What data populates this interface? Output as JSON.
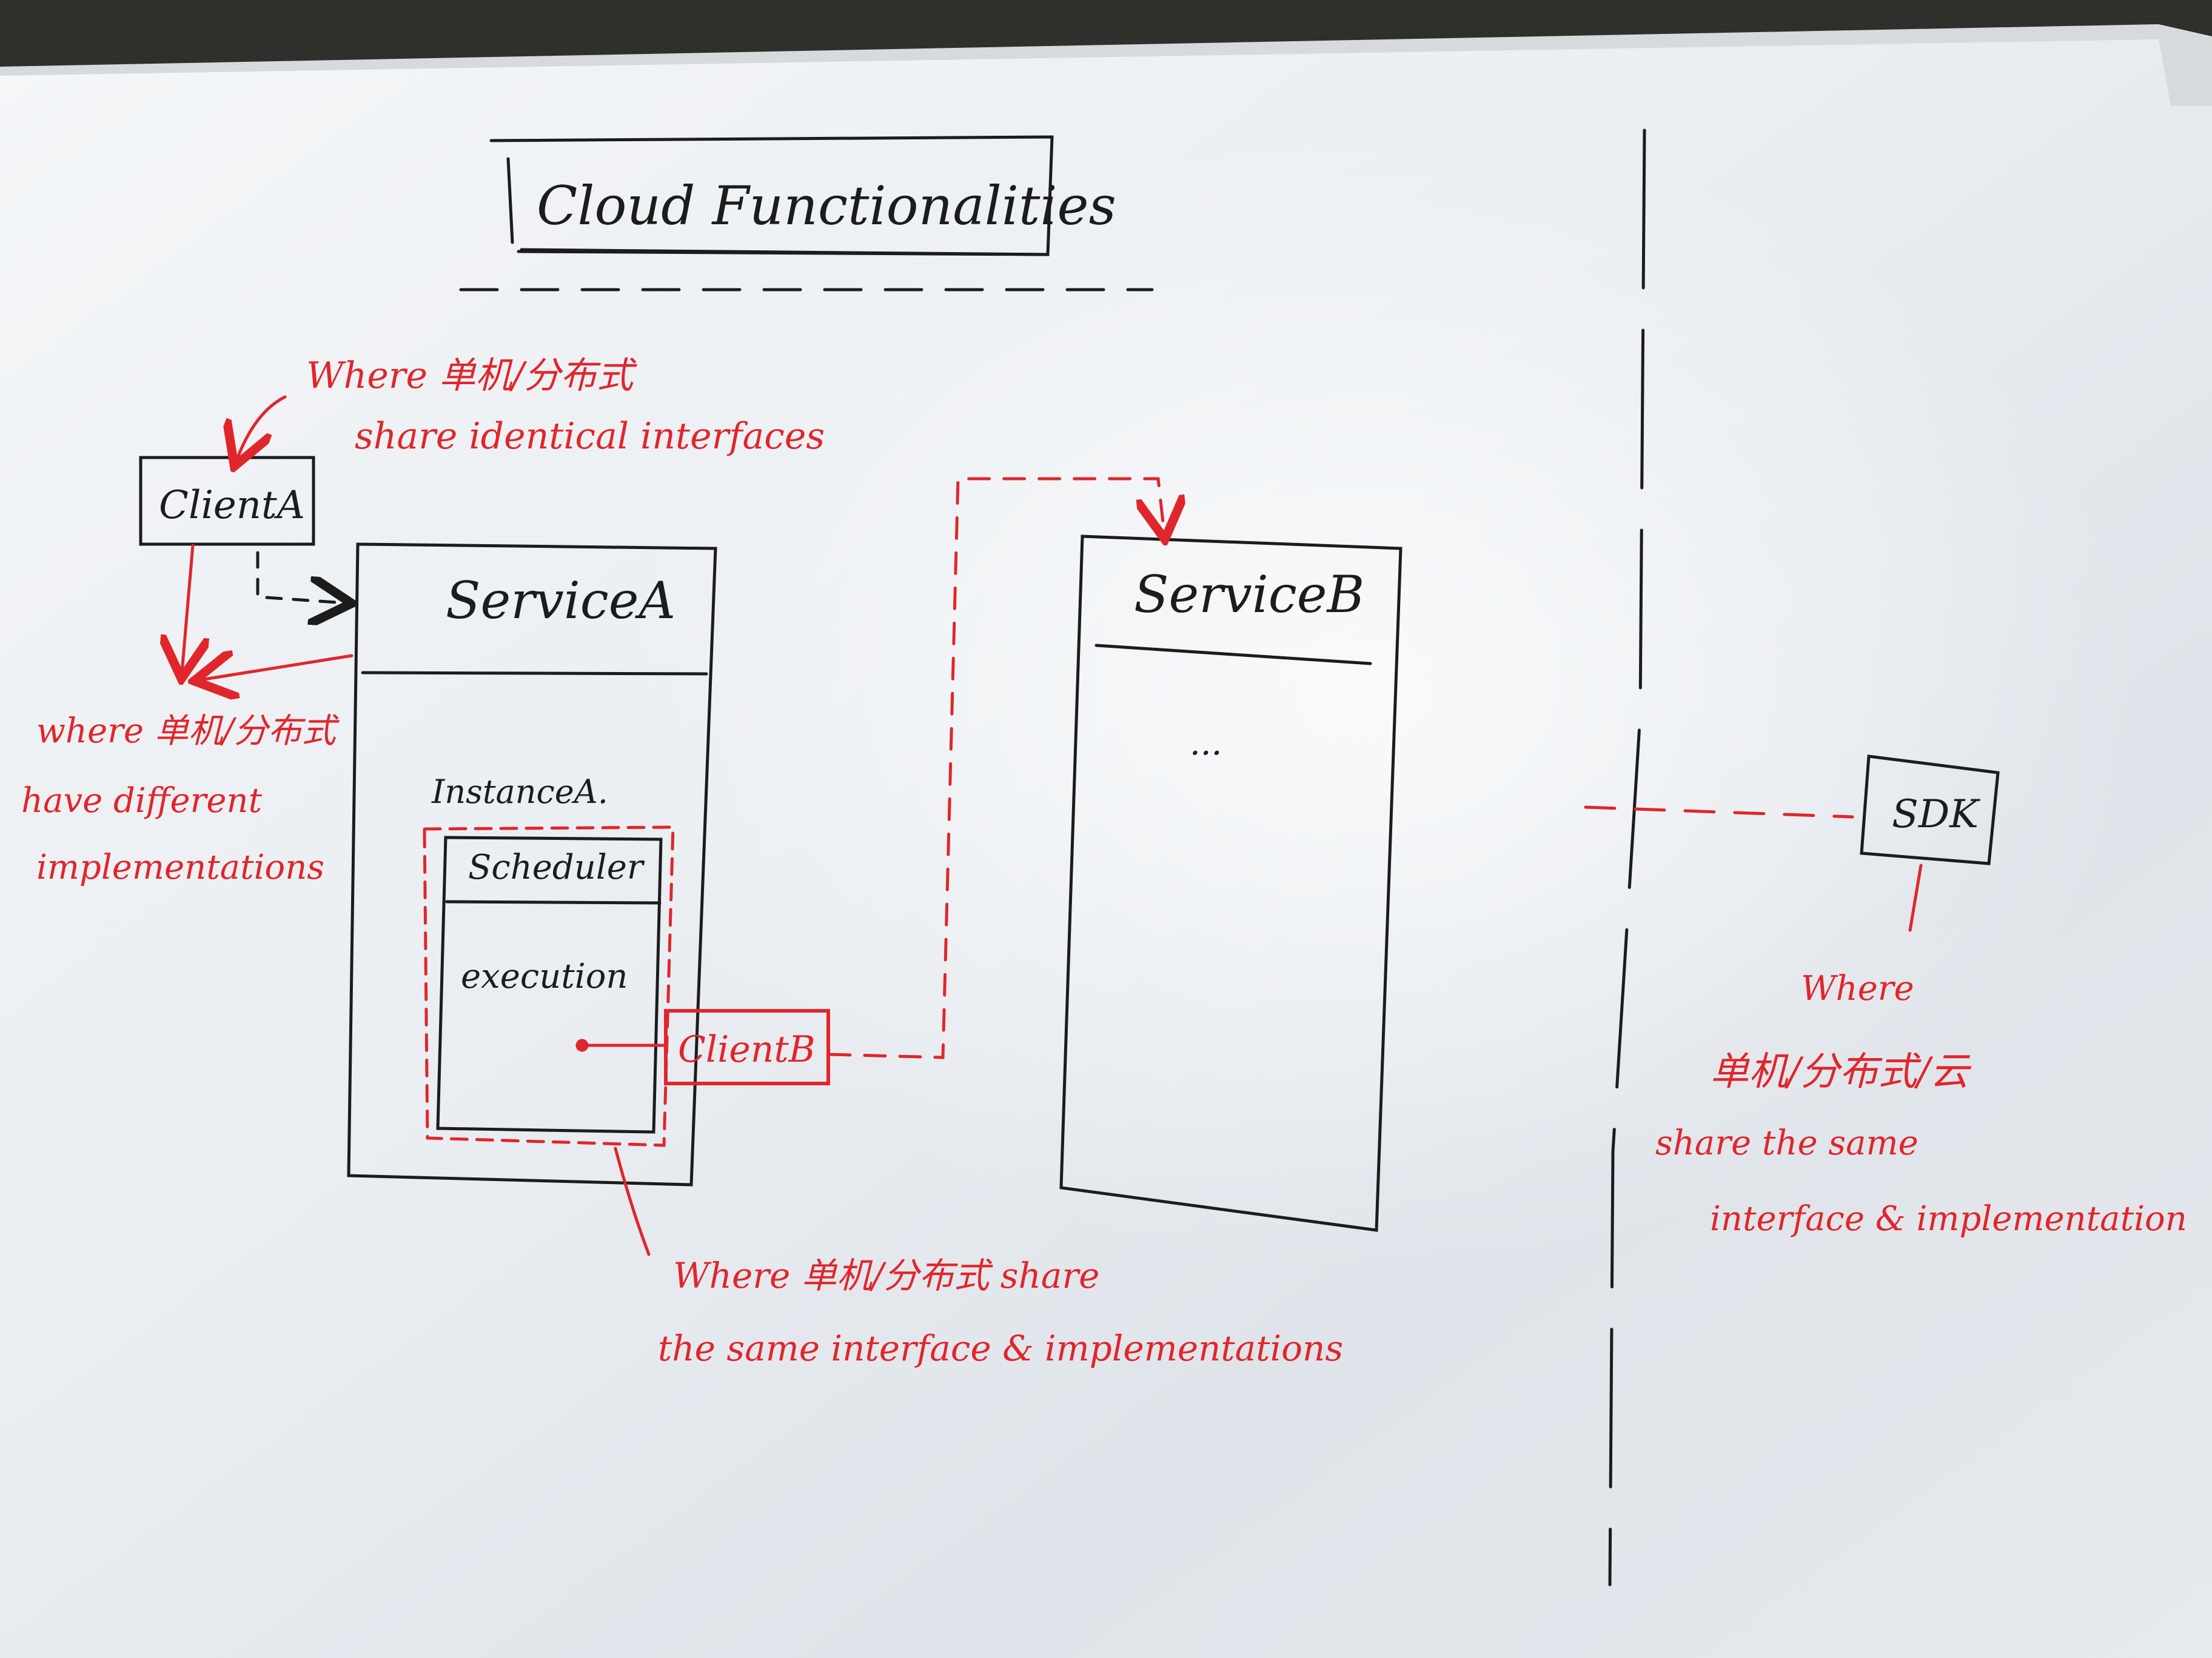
{
  "diagram": {
    "title": "Cloud Functionalities",
    "client_a": "ClientA",
    "service_a": "ServiceA",
    "instance_a": "InstanceA.",
    "scheduler": "Scheduler",
    "execution": "execution",
    "client_b": "ClientB",
    "service_b": "ServiceB",
    "service_b_body": "...",
    "sdk": "SDK"
  },
  "notes": {
    "client_a_note": [
      "Where 单机/分布式",
      "share identical interfaces"
    ],
    "service_a_note": [
      "where 单机/分布式",
      "have different",
      "implementations"
    ],
    "scheduler_note": [
      "Where 单机/分布式 share",
      "the same interface & implementations"
    ],
    "sdk_note": [
      "Where",
      "单机/分布式/云",
      "share the same",
      "interface & implementation"
    ]
  },
  "colors": {
    "ink": "#1c1c1c",
    "annotation_red": "#e0262b",
    "paper": "#eef1f4"
  }
}
